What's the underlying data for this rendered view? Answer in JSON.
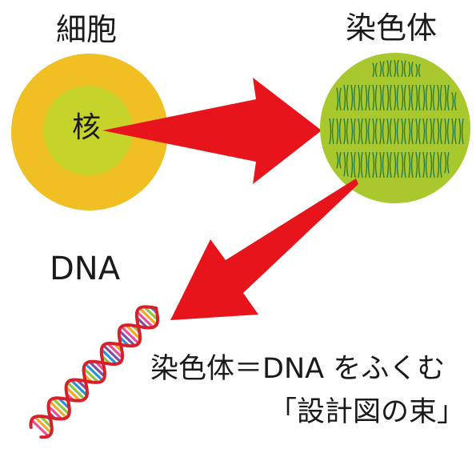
{
  "labels": {
    "cell": "細胞",
    "nucleus": "核",
    "chromosome": "染色体",
    "dna": "DNA",
    "caption_line1": "染色体＝DNA をふくむ",
    "caption_line2": "「設計図の束」"
  },
  "colors": {
    "cell_outer": "#f0bf23",
    "cell_nucleus": "#c6d32a",
    "chromosome_fill": "#a9c82e",
    "chromosome_strands": "#2d7b3a",
    "arrow": "#e8141b",
    "dna_backbone": "#d91f2a",
    "dna_rungs": [
      "#2a8fd6",
      "#8cc63f",
      "#f5a623",
      "#e94e9a",
      "#7b4fa0"
    ]
  }
}
